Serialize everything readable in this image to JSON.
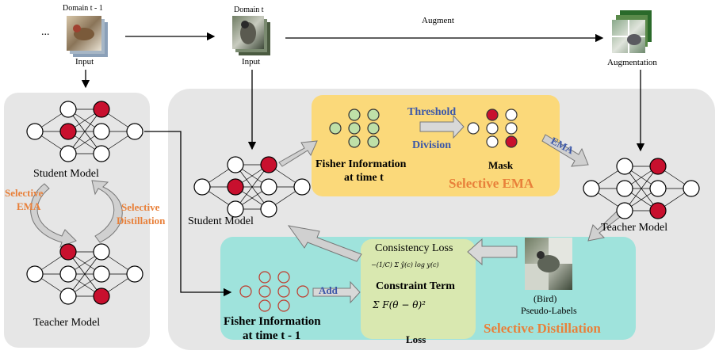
{
  "top": {
    "ellipsis": "...",
    "domain_prev": "Domain t - 1",
    "domain_cur": "Domain t",
    "augment": "Augment",
    "augmentation": "Augmentation",
    "input1": "Input",
    "input2": "Input"
  },
  "left_panel": {
    "student": "Student Model",
    "teacher": "Teacher Model",
    "selective_ema_1": "Selective",
    "selective_ema_2": "EMA",
    "selective_distill_1": "Selective",
    "selective_distill_2": "Distillation"
  },
  "main": {
    "student": "Student Model",
    "teacher": "Teacher Model",
    "fisher_t_1": "Fisher Information",
    "fisher_t_2": "at time t",
    "threshold": "Threshold",
    "division": "Division",
    "mask": "Mask",
    "ema": "EMA",
    "selective_ema": "Selective EMA",
    "fisher_t1_1": "Fisher Information",
    "fisher_t1_2": "at time t - 1",
    "add": "Add",
    "consistency_loss": "Consistency Loss",
    "consistency_formula": "−(1/C) Σ ŷ(c) log y(c)",
    "constraint_term": "Constraint Term",
    "constraint_formula": "Σ F(θ − θ)²",
    "loss": "Loss",
    "bird": "(Bird)",
    "pseudo_labels": "Pseudo-Labels",
    "selective_distillation": "Selective Distillation"
  },
  "colors": {
    "panel_gray": "#e6e6e6",
    "yellow_box": "#fbd97a",
    "cyan_box": "#9fe3dc",
    "green_box": "#d9e8b0",
    "red_node": "#c8102e",
    "green_node": "#bfe0a8",
    "orange_text": "#e8803a",
    "blue_text": "#3b57a8"
  }
}
